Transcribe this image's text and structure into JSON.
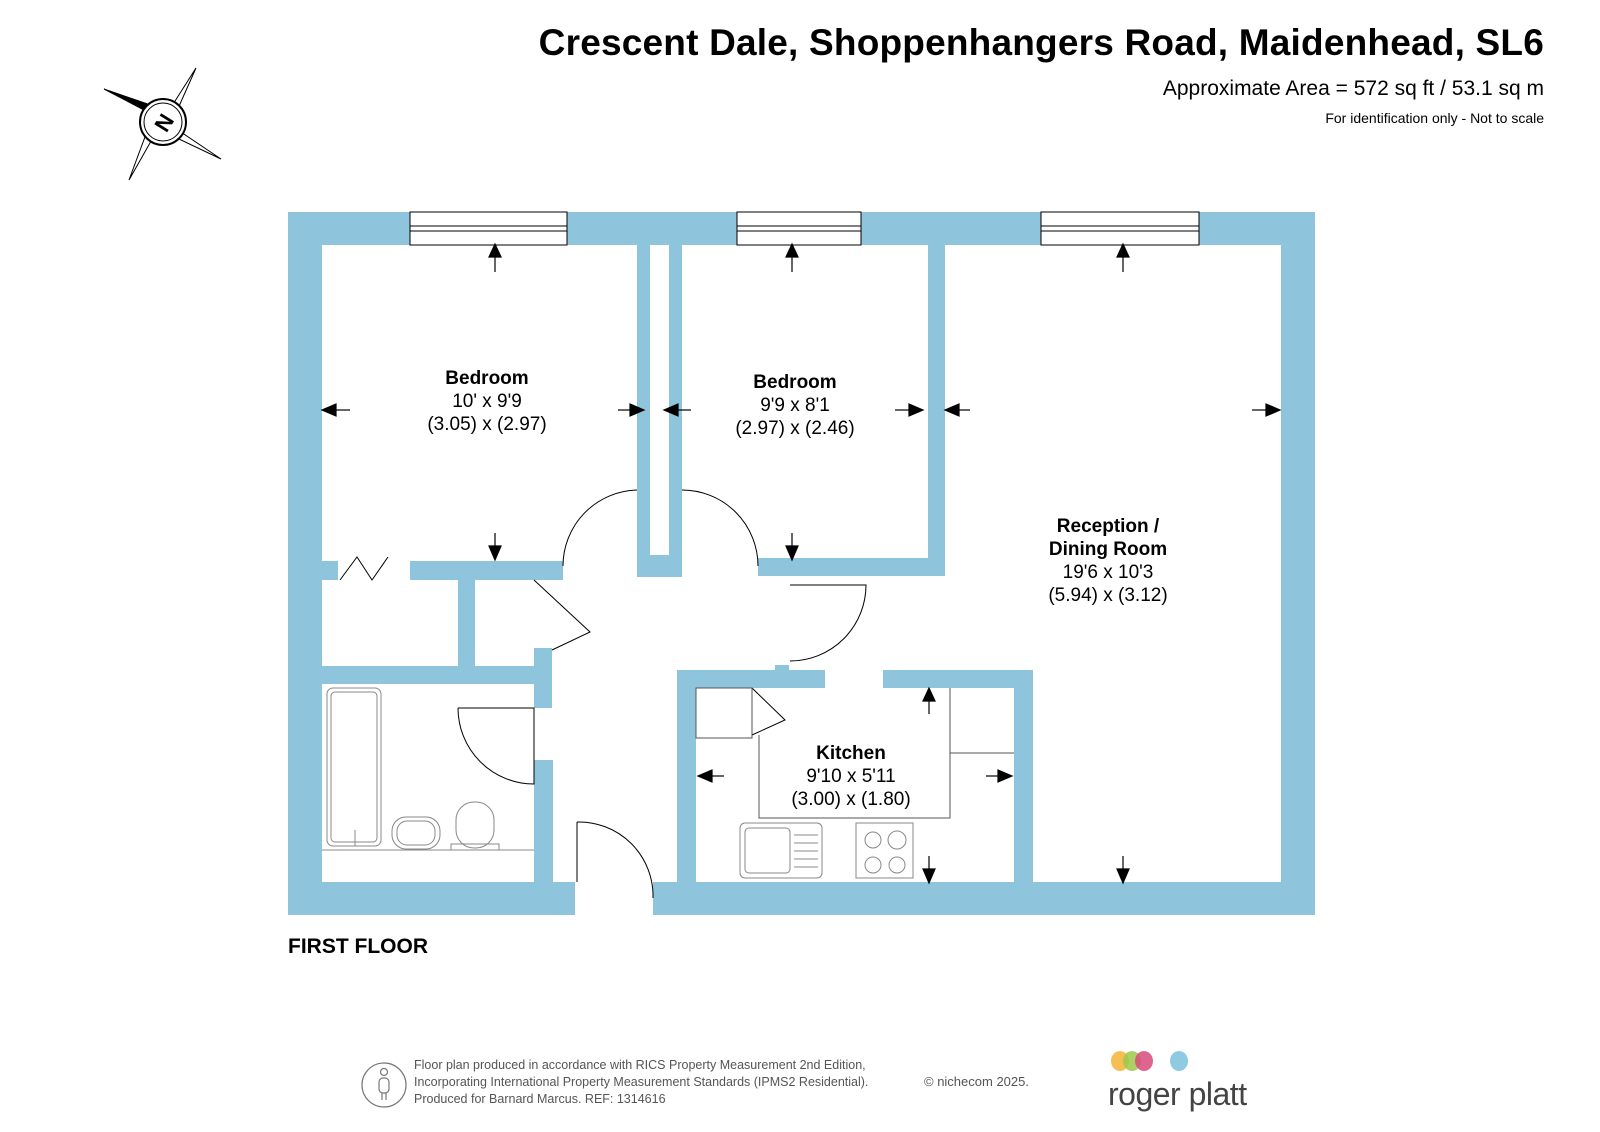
{
  "header": {
    "title": "Crescent Dale, Shoppenhangers Road, Maidenhead, SL6",
    "area": "Approximate Area = 572 sq ft / 53.1 sq m",
    "note": "For identification only - Not to scale"
  },
  "compass": {
    "letter": "N"
  },
  "rooms": [
    {
      "name": "Bedroom",
      "imperial": "10' x 9'9",
      "metric": "(3.05) x (2.97)"
    },
    {
      "name": "Bedroom",
      "imperial": "9'9 x 8'1",
      "metric": "(2.97) x (2.46)"
    },
    {
      "name_line1": "Reception /",
      "name_line2": "Dining Room",
      "imperial": "19'6 x 10'3",
      "metric": "(5.94) x (3.12)"
    },
    {
      "name": "Kitchen",
      "imperial": "9'10 x 5'11",
      "metric": "(3.00) x (1.80)"
    }
  ],
  "floor_label": "FIRST FLOOR",
  "footer": {
    "line1": "Floor plan produced in accordance with RICS Property Measurement 2nd Edition,",
    "line2": "Incorporating International Property Measurement Standards (IPMS2 Residential).",
    "line3": "Produced for Barnard Marcus.   REF:  1314616",
    "copyright": "© nichecom 2025."
  },
  "brand": {
    "name": "roger platt",
    "dot_colors": [
      "#f5b335",
      "#9cc84a",
      "#d84b7a",
      "#7ac1dd"
    ]
  },
  "colors": {
    "wall": "#8ec4dc",
    "fixture_line": "#888888"
  }
}
